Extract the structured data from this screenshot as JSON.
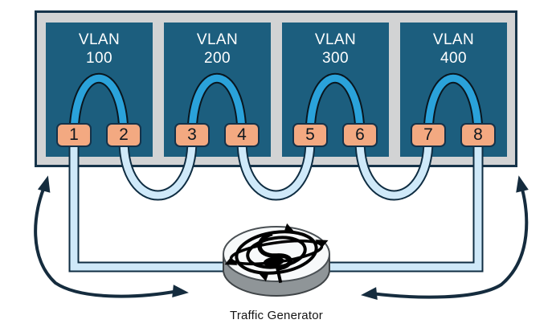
{
  "diagram": {
    "device": {
      "vlans": [
        {
          "name": "VLAN",
          "id": "100"
        },
        {
          "name": "VLAN",
          "id": "200"
        },
        {
          "name": "VLAN",
          "id": "300"
        },
        {
          "name": "VLAN",
          "id": "400"
        }
      ],
      "ports": [
        "1",
        "2",
        "3",
        "4",
        "5",
        "6",
        "7",
        "8"
      ]
    },
    "traffic_generator": {
      "label": "Traffic Generator"
    },
    "colors": {
      "chassis_fill": "#d2d3d4",
      "outline_navy": "#16344a",
      "vlan_box_fill": "#1c5e7e",
      "port_fill": "#f3a981",
      "internal_cable_blue": "#2aa2da",
      "external_cable_blue": "#cfe9f9",
      "flow_arrow": "#152c3e",
      "label_text": "#ffffff"
    }
  }
}
